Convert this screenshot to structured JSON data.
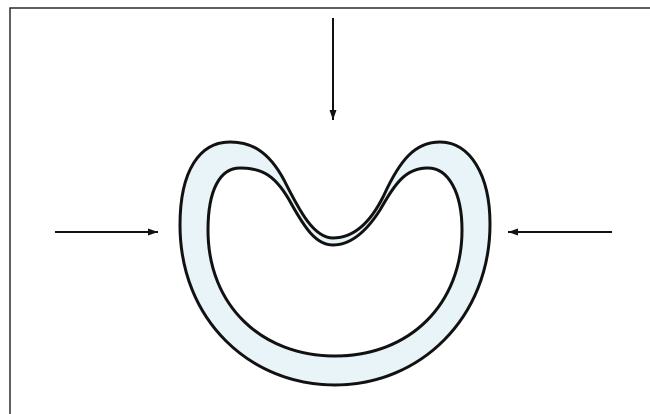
{
  "diagram": {
    "colors": {
      "background": "#ffffff",
      "frame": "#2b2b2b",
      "outline": "#111111",
      "tube_fill": "#e8f4f8",
      "arrow": "#111111"
    },
    "forces": [
      {
        "direction": "down"
      },
      {
        "direction": "right"
      },
      {
        "direction": "left"
      }
    ]
  }
}
